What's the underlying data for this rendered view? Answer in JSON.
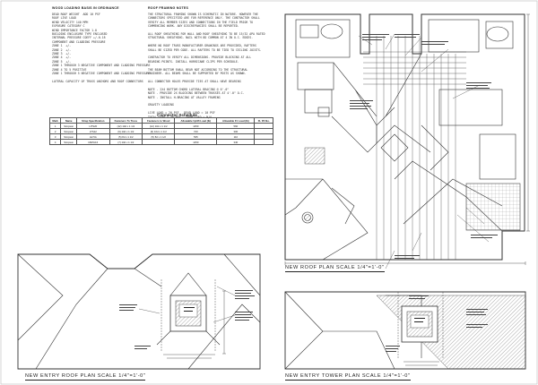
{
  "wood_notes": {
    "title": "WOOD LOADING BASIS IN ORDINANCE",
    "lines": [
      "DEAD ROOF WEIGHT  ADD 10 PSF",
      "ROOF LIVE LOAD",
      "WIND VELOCITY 140 MPH",
      "EXPOSURE CATEGORY C",
      "WIND IMPORTANCE FACTOR 1.0",
      "BUILDING ENCLOSURE TYPE ENCLOSED",
      "INTERNAL PRESSURE COEFF +/-0.18",
      "COMPONENT AND CLADDING PRESSURE",
      "ZONE 1  +/-",
      "ZONE 2  +/-",
      "ZONE 3  +/-",
      "ZONE 4  +/-",
      "ZONE 5  +/-",
      "ZONE 1 THROUGH 3 NEGATIVE COMPONENT AND CLADDING PRESSURE",
      "ZONE 4 TO 5 POSITIVE",
      "ZONE 1 THROUGH 5 NEGATIVE COMPONENT AND CLADDING PRESSURE",
      "",
      "LATERAL CAPACITY OF TRUSS ANCHORS AND ROOF CONNECTORS"
    ]
  },
  "framing_notes": {
    "title": "ROOF FRAMING NOTES",
    "lines": [
      "THE STRUCTURAL FRAMING SHOWN IS SCHEMATIC IN NATURE. HOWEVER THE",
      "CONNECTORS SPECIFIED ARE FOR REFERENCE ONLY. THE CONTRACTOR SHALL",
      "VERIFY ALL MEMBER SIZES AND CONNECTIONS IN THE FIELD PRIOR TO",
      "COMMENCING WORK. ANY DISCREPANCIES SHALL BE REPORTED.",
      "",
      "ALL ROOF SHEATHING FOR WALL AND ROOF SHEATHING TO BE 15/32 APA RATED",
      "STRUCTURAL SHEATHING. NAIL WITH 8D COMMON AT 4 IN O.C. EDGES.",
      "",
      "WHERE NO ROOF TRUSS MANUFACTURER DRAWINGS ARE PROVIDED, RAFTERS",
      "SHALL BE SIZED PER CODE. ALL RAFTERS TO BE TIED TO CEILING JOISTS.",
      "",
      "CONTRACTOR TO VERIFY ALL DIMENSIONS. PROVIDE BLOCKING AT ALL",
      "BEARING POINTS. INSTALL HURRICANE CLIPS PER SCHEDULE.",
      "",
      "THE BEAM BOTTOM SHALL BEAR NOT ACCORDING TO THE STRUCTURAL",
      "ENGINEER. ALL BEAMS SHALL BE SUPPORTED BY POSTS AS SHOWN.",
      "",
      "ALL CONNECTOR HOLES PROVIDE TIES AT SHALL HAVE BEARING",
      "",
      "NOTE - 2X4 BOTTOM CHORD LATERAL BRACING @ 6'-0\"",
      "NOTE - PROVIDE 2X BLOCKING BETWEEN TRUSSES AT 4'-0\" O.C.",
      "NOTE - INSTALL H-BRACING AT VALLEY FRAMING",
      "",
      "GRAVITY LOADING",
      "",
      "LIVE LOAD = 20 PSF   DEAD LOAD = 10 PSF",
      "TOTAL LOAD = 30 PSF   SNOW LOAD = N/A"
    ]
  },
  "schedule": {
    "title": "Connector Schedule",
    "headers": [
      "Mark",
      "Name",
      "Strap Specification",
      "Fasteners To Truss",
      "Fasteners to Wood",
      "Allowable Uplift Load (lb)",
      "Allowable F1 Load (lb)",
      "FL PA No."
    ],
    "rows": [
      [
        "1",
        "Simpson",
        "HTS20",
        "(12) 10d x 1 1/2",
        "(12) 10d x 1 1/2",
        "1450",
        "560",
        ""
      ],
      [
        "2",
        "Simpson",
        "LTS12",
        "(6) 10d x 1 1/2",
        "(6) 10d x 1 1/2",
        "720",
        "300",
        ""
      ],
      [
        "3",
        "Simpson",
        "H2.5A",
        "(5) 8d x 1 1/2",
        "(5) 8d x 1 1/2",
        "535",
        "110",
        ""
      ],
      [
        "4",
        "Simpson",
        "META16",
        "(7) 10d x 1 1/2",
        "",
        "1450",
        "340",
        ""
      ]
    ]
  },
  "plan_titles": {
    "roof_plan": "NEW ROOF PLAN     SCALE 1/4\"=1'-0\"",
    "entry_roof_plan": "NEW ENTRY ROOF PLAN     SCALE 1/4\"=1'-0\"",
    "entry_tower_plan": "NEW ENTRY TOWER PLAN     SCALE 1/4\"=1'-0\""
  }
}
